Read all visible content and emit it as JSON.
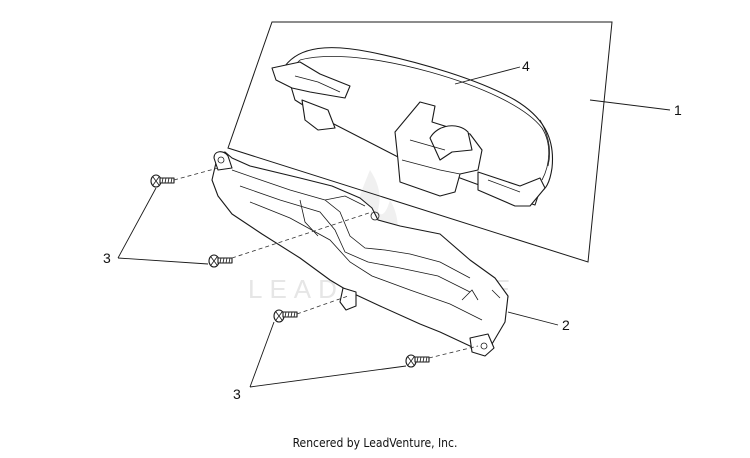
{
  "watermark": "LEADVENTURE",
  "callouts": {
    "c1": "1",
    "c2": "2",
    "c3_upper": "3",
    "c3_lower": "3",
    "c4": "4"
  },
  "footer": "Rencered by LeadVenture, Inc."
}
